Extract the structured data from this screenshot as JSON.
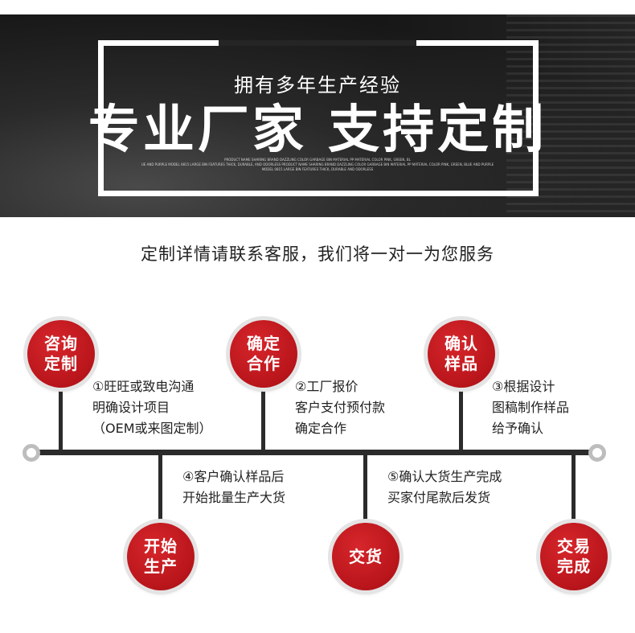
{
  "banner": {
    "subtitle": "拥有多年生产经验",
    "title": "专业厂家 支持定制",
    "fine_print": [
      "PRODUCT NAME SHARING BRAND DAZZLING COLOR GARBAGE BIN MATERIAL PP MATERIAL COLOR PINK, GREEN, BL",
      "UE AND PURPLE MODEL 0815 LARGE BIN FEATURES THICK, DURABLE, AND ODORLESS PRODUCT NAME SHARING BRAND DAZZLING COLOR GARBAGE BIN MATERIAL PP MATERIAL COLOR PINK, GREEN, BLUE AND PURPLE",
      "MODEL 0815 LARGE BIN FEATURES THICK, DURABLE AND ODORLESS"
    ]
  },
  "headline": "定制详情请联系客服，我们将一对一为您服务",
  "steps_top": [
    {
      "badge": [
        "咨询",
        "定制"
      ],
      "lines": [
        "①旺旺或致电沟通",
        "明确设计项目",
        "（OEM或来图定制）"
      ]
    },
    {
      "badge": [
        "确定",
        "合作"
      ],
      "lines": [
        "②工厂报价",
        "客户支付预付款",
        "确定合作"
      ]
    },
    {
      "badge": [
        "确认",
        "样品"
      ],
      "lines": [
        "③根据设计",
        "图稿制作样品",
        "给予确认"
      ]
    }
  ],
  "steps_bottom": [
    {
      "badge": [
        "开始",
        "生产"
      ],
      "lines": [
        "④客户确认样品后",
        "开始批量生产大货"
      ]
    },
    {
      "badge": [
        "交货"
      ],
      "lines": [
        "⑤确认大货生产完成",
        "买家付尾款后发货"
      ]
    },
    {
      "badge": [
        "交易",
        "完成"
      ],
      "lines": []
    }
  ],
  "colors": {
    "badge_red": "#c41a1f",
    "line_dark": "#2b2b2b",
    "banner_dark": "#1c1c1c"
  }
}
